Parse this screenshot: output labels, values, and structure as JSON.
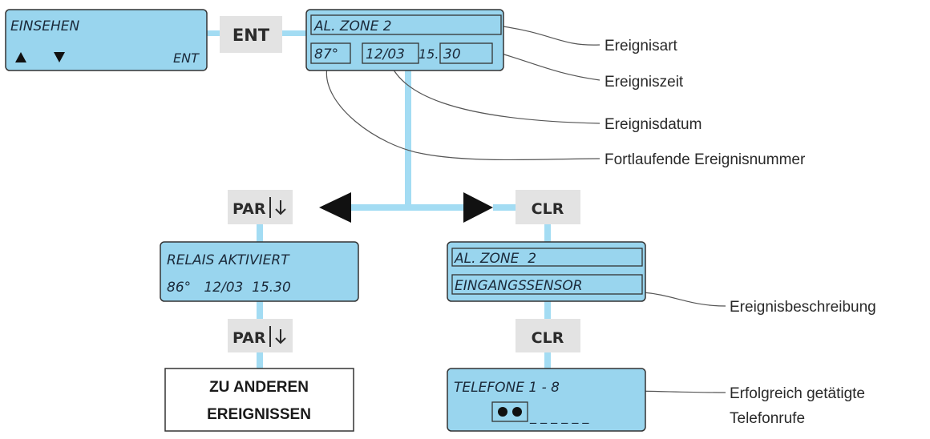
{
  "lcd_view": {
    "line1": "EINSEHEN",
    "ent_label": "ENT"
  },
  "key_ent": "ENT",
  "lcd_event": {
    "field_type": "AL. ZONE  2",
    "field_number": "87°",
    "field_date": "12/03",
    "field_hour": "15.",
    "field_minute": "30"
  },
  "labels": {
    "event_type": "Ereignisart",
    "event_time": "Ereigniszeit",
    "event_date": "Ereignisdatum",
    "event_number": "Fortlaufende Ereignisnummer",
    "event_description": "Ereignisbeschreibung",
    "calls_line1": "Erfolgreich getätigte",
    "calls_line2": "Telefonrufe"
  },
  "key_par_1": "PAR",
  "key_par_2": "PAR",
  "key_clr_1": "CLR",
  "key_clr_2": "CLR",
  "lcd_relais": {
    "line1": "RELAIS AKTIVIERT",
    "line2": "86°   12/03  15.30"
  },
  "lcd_zone": {
    "line1": "AL. ZONE  2",
    "line2": "EINGANGSSENSOR"
  },
  "lcd_phone": {
    "line1": "TELEFONE 1 - 8",
    "dashes": "_ _ _ _ _ _"
  },
  "other_events": {
    "line1": "ZU ANDEREN",
    "line2": "EREIGNISSEN"
  },
  "colors": {
    "lcd_fill": "#99d5ee",
    "connector": "#a3dcf3",
    "key_fill": "#e3e3e3",
    "arrow": "#111111"
  }
}
